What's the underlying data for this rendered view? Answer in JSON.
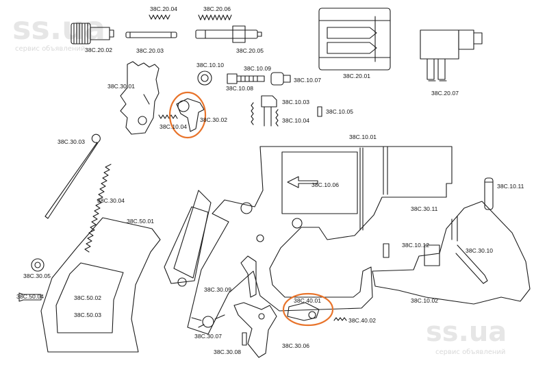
{
  "watermark": {
    "brand": "ss.ua",
    "tagline_top": "сервис объявлений",
    "tagline_bottom": "сервис объявлений"
  },
  "labels": {
    "p_20_04": "38C.20.04",
    "p_20_06": "38C.20.06",
    "p_20_02": "38C.20.02",
    "p_20_03": "38C.20.03",
    "p_20_05": "38C.20.05",
    "p_20_01": "38C.20.01",
    "p_20_07": "38C.20.07",
    "p_10_10": "38C.10.10",
    "p_10_09": "38C.10.09",
    "p_10_08": "38C.10.08",
    "p_10_07": "38C.10.07",
    "p_10_03": "38C.10.03",
    "p_10_04": "38C.10.04",
    "p_10_05": "38C.10.05",
    "p_30_01": "38C.30.01",
    "p_30_02": "38C.30.02",
    "p_10_04b": "38C.10.04",
    "p_10_01": "38C.10.01",
    "p_30_03": "38C.30.03",
    "p_30_04": "38C.30.04",
    "p_10_06": "38C.10.06",
    "p_10_11": "38C.10.11",
    "p_30_11": "38C.30.11",
    "p_50_01": "38C.50.01",
    "p_10_12": "38C.10.12",
    "p_30_10": "38C.30.10",
    "p_30_05": "38C.30.05",
    "p_50_04": "38C.50.04",
    "p_50_02": "38C.50.02",
    "p_50_03": "38C.50.03",
    "p_30_09": "38C.30.09",
    "p_40_01": "38C.40.01",
    "p_40_02": "38C.40.02",
    "p_10_02": "38C.10.02",
    "p_30_07": "38C.30.07",
    "p_30_06": "38C.30.06",
    "p_30_08": "38C.30.08"
  },
  "colors": {
    "line": "#1a1a1a",
    "highlight": "#e8732a",
    "watermark": "#e6e6e6"
  }
}
